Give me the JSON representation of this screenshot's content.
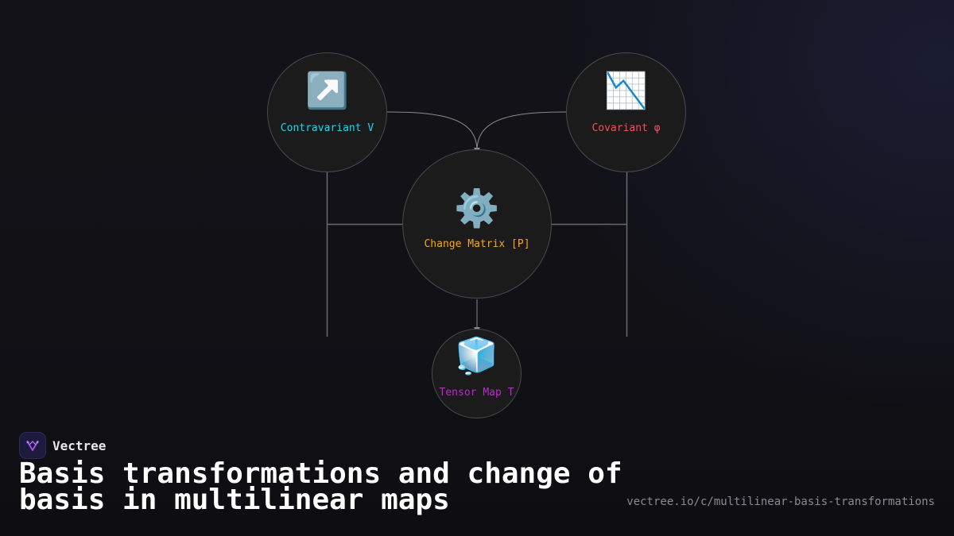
{
  "diagram": {
    "nodes": {
      "contravariant": {
        "icon": "up-right-arrow-emoji",
        "emoji": "↗️",
        "label": "Contravariant V",
        "color": "#22d3ee"
      },
      "covariant": {
        "icon": "chart-decreasing-emoji",
        "emoji": "📉",
        "label": "Covariant φ",
        "color": "#f0505a"
      },
      "change_matrix": {
        "icon": "gear-emoji",
        "emoji": "⚙️",
        "label": "Change Matrix [P]",
        "color": "#f5a524"
      },
      "tensor_map": {
        "icon": "ice-cube-emoji",
        "emoji": "🧊",
        "label": "Tensor Map T",
        "color": "#c026d3"
      }
    },
    "edges": [
      {
        "from": "contravariant",
        "to": "change_matrix"
      },
      {
        "from": "covariant",
        "to": "change_matrix"
      },
      {
        "from": "change_matrix",
        "to": "tensor_map"
      }
    ]
  },
  "brand": {
    "name": "Vectree",
    "accent": "#a855f7"
  },
  "title": "Basis transformations and change of basis in multilinear maps",
  "url": "vectree.io/c/multilinear-basis-transformations"
}
